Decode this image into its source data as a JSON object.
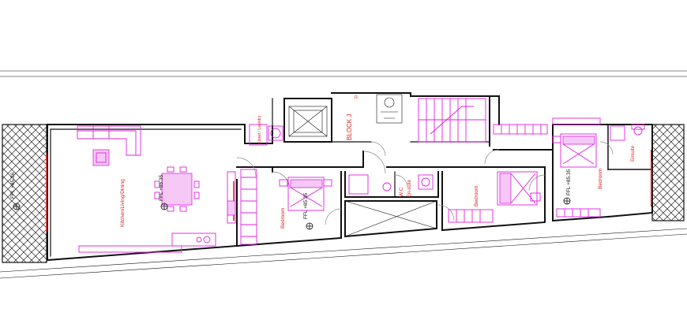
{
  "plan": {
    "block_label": "BLOCK J",
    "block_marker": "J1",
    "rooms": {
      "kitchen_living_dining": "Kitchen/Living/Dining",
      "bedroom_1": "Bedroom",
      "bedroom_2": "Bedroom",
      "bedroom_3": "Bedroom",
      "wc": "W.C",
      "ensuite_1": "En-suite",
      "ensuite_2": "Ensuite",
      "closet_laundry": "Closet / Laundry"
    },
    "levels": {
      "terrace_left": "FFL +85.36",
      "living": "FFL +85.35",
      "bedroom_1": "FFL +85.35",
      "bedroom_3": "FFL +85.35"
    },
    "colors": {
      "furniture": "#e020e0",
      "labels": "#e0201e",
      "walls": "#111111"
    }
  }
}
